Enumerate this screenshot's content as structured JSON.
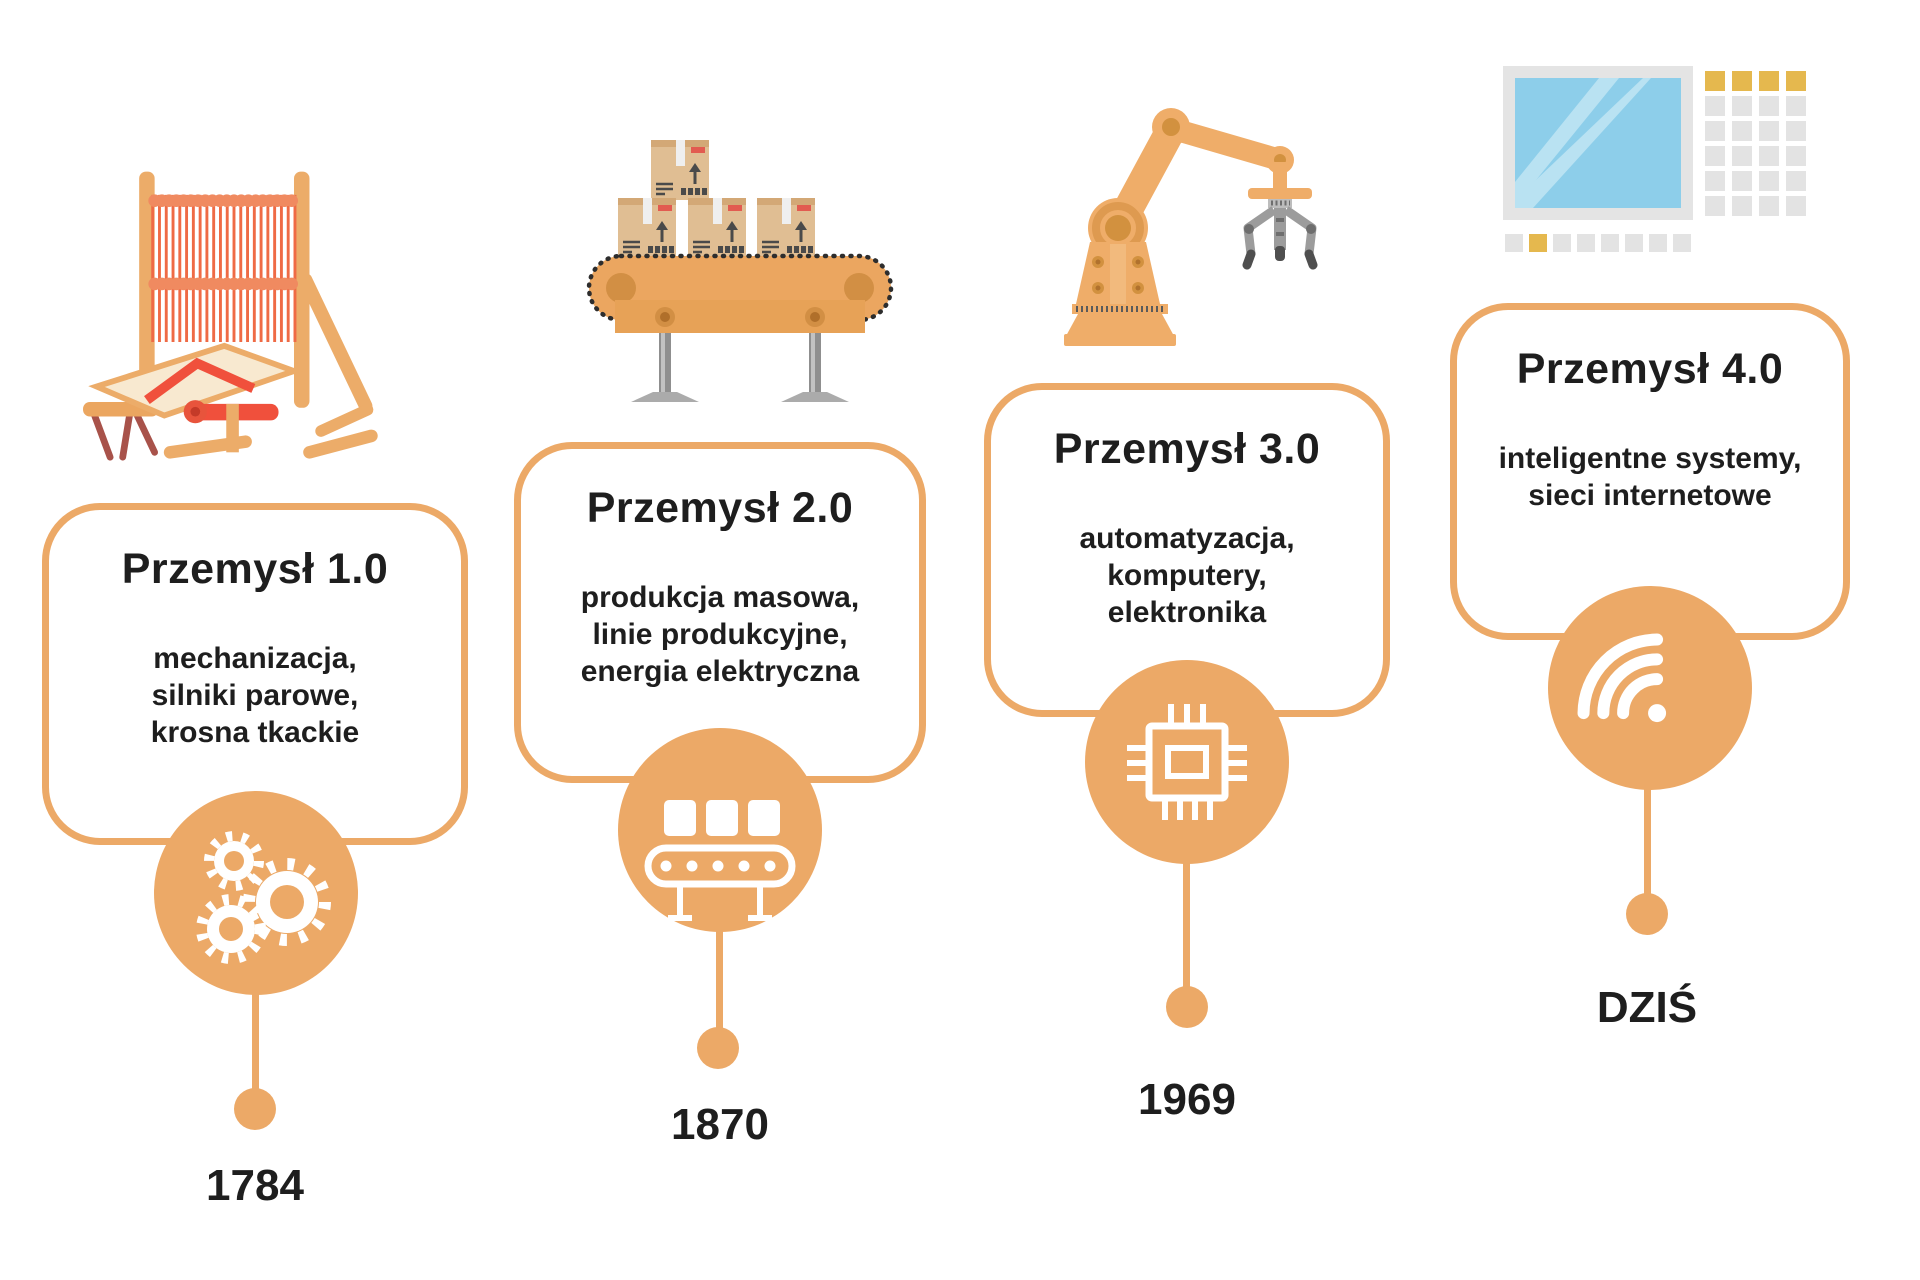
{
  "colors": {
    "accent": "#ECA967",
    "text": "#1E1E1E"
  },
  "stages": [
    {
      "title": "Przemysł 1.0",
      "description": "mechanizacja,\nsilniki parowe,\nkrosna tkackie",
      "year": "1784",
      "illustration": "weaving-loom",
      "icon": "gears-icon"
    },
    {
      "title": "Przemysł 2.0",
      "description": "produkcja masowa,\nlinie produkcyjne,\nenergia elektryczna",
      "year": "1870",
      "illustration": "conveyor-belt-with-boxes",
      "icon": "conveyor-belt-icon"
    },
    {
      "title": "Przemysł 3.0",
      "description": "automatyzacja,\nkomputery,\nelektronika",
      "year": "1969",
      "illustration": "industrial-robot-arm",
      "icon": "microchip-icon"
    },
    {
      "title": "Przemysł 4.0",
      "description": "inteligentne systemy,\nsieci internetowe",
      "year": "DZIŚ",
      "illustration": "control-panel-screen",
      "icon": "wifi-icon"
    }
  ]
}
